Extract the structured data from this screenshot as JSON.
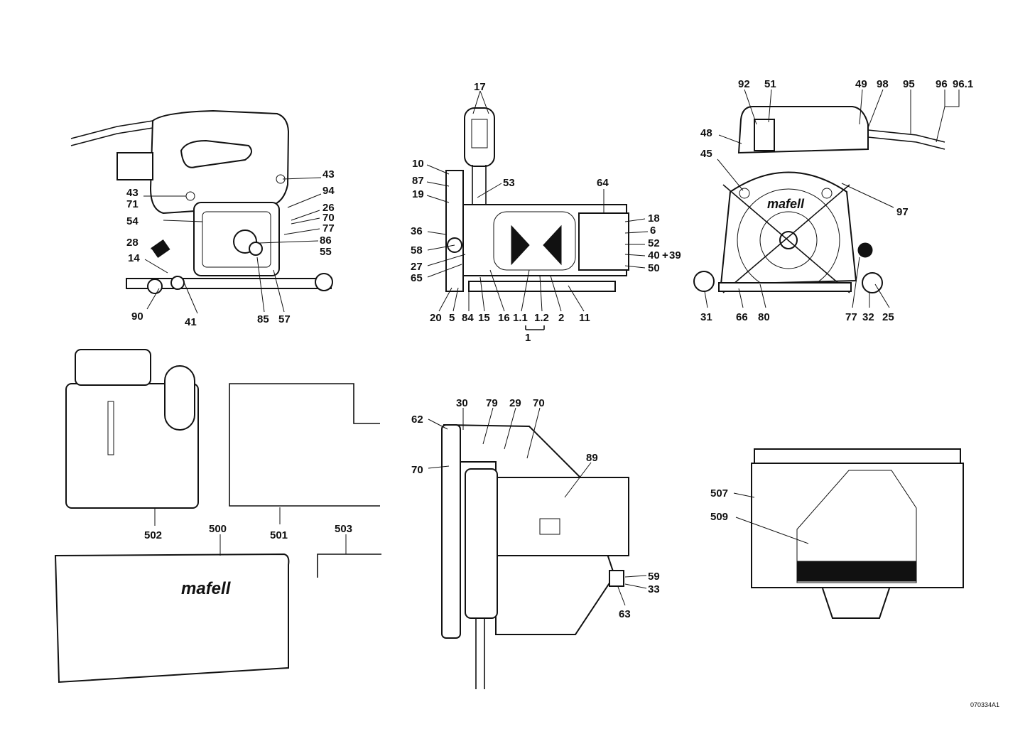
{
  "drawing_code": "070334A1",
  "brand_text": "mafell",
  "views": {
    "front": {
      "labels": [
        "43",
        "71",
        "54",
        "28",
        "14",
        "90",
        "41",
        "85",
        "57",
        "43",
        "94",
        "26",
        "70",
        "77",
        "86",
        "55"
      ]
    },
    "section": {
      "labels": [
        "17",
        "10",
        "87",
        "19",
        "53",
        "64",
        "18",
        "6",
        "52",
        "40",
        "+",
        "39",
        "50",
        "36",
        "58",
        "27",
        "65",
        "20",
        "5",
        "84",
        "15",
        "16",
        "1.1",
        "1.2",
        "2",
        "11",
        "1"
      ]
    },
    "rear": {
      "labels": [
        "92",
        "51",
        "49",
        "98",
        "95",
        "96",
        "96.1",
        "48",
        "45",
        "97",
        "31",
        "66",
        "80",
        "77",
        "32",
        "25"
      ]
    },
    "accessories": {
      "labels": [
        "502",
        "501",
        "503",
        "500"
      ]
    },
    "top": {
      "labels": [
        "62",
        "30",
        "79",
        "29",
        "70",
        "70",
        "89",
        "59",
        "33",
        "63"
      ]
    },
    "case": {
      "labels": [
        "507",
        "509"
      ]
    }
  }
}
